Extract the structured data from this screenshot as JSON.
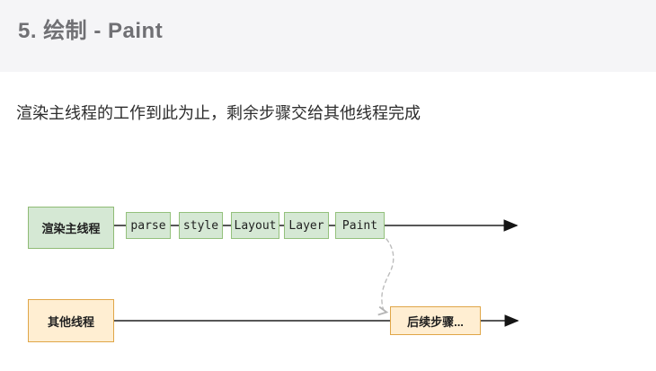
{
  "header": {
    "title": "5. 绘制 - Paint"
  },
  "description": "渲染主线程的工作到此为止，剩余步骤交给其他线程完成",
  "diagram": {
    "main_thread": {
      "label": "渲染主线程"
    },
    "steps": [
      {
        "label": "parse"
      },
      {
        "label": "style"
      },
      {
        "label": "Layout"
      },
      {
        "label": "Layer"
      },
      {
        "label": "Paint"
      }
    ],
    "other_thread": {
      "label": "其他线程"
    },
    "next_steps": {
      "label": "后续步骤..."
    },
    "colors": {
      "header_background": "#f5f5f7",
      "title_text": "#707074",
      "step_fill": "#d5e8d4",
      "step_border": "#94c17c",
      "other_fill": "#ffeed2",
      "other_border": "#e0a648",
      "timeline_line": "#3f3f3f",
      "dashed_handoff": "#bdbdbd"
    }
  }
}
